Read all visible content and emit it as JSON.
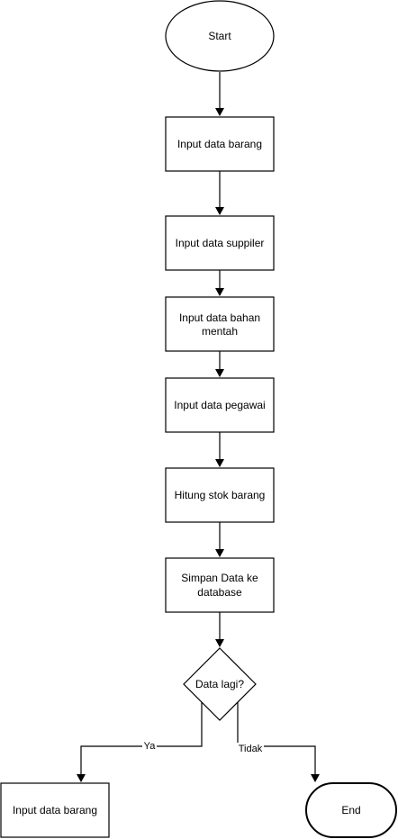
{
  "diagram": {
    "type": "flowchart",
    "colors": {
      "stroke": "#000000",
      "fill": "#ffffff",
      "text": "#000000"
    },
    "nodes": {
      "start": {
        "shape": "ellipse",
        "lines": [
          "Start"
        ]
      },
      "input_barang": {
        "shape": "rectangle",
        "lines": [
          "Input data barang"
        ]
      },
      "input_suppiler": {
        "shape": "rectangle",
        "lines": [
          "Input data suppiler"
        ]
      },
      "input_bahan": {
        "shape": "rectangle",
        "lines": [
          "Input data bahan",
          "mentah"
        ]
      },
      "input_pegawai": {
        "shape": "rectangle",
        "lines": [
          "Input data pegawai"
        ]
      },
      "hitung_stok": {
        "shape": "rectangle",
        "lines": [
          "Hitung stok barang"
        ]
      },
      "simpan_data": {
        "shape": "rectangle",
        "lines": [
          "Simpan Data ke",
          "database"
        ]
      },
      "decision": {
        "shape": "diamond",
        "lines": [
          "Data lagi?"
        ]
      },
      "input_barang_2": {
        "shape": "rectangle",
        "lines": [
          "Input data barang"
        ]
      },
      "end": {
        "shape": "rounded-terminator",
        "lines": [
          "End"
        ]
      }
    },
    "edges": [
      {
        "from": "start",
        "to": "input_barang"
      },
      {
        "from": "input_barang",
        "to": "input_suppiler"
      },
      {
        "from": "input_suppiler",
        "to": "input_bahan"
      },
      {
        "from": "input_bahan",
        "to": "input_pegawai"
      },
      {
        "from": "input_pegawai",
        "to": "hitung_stok"
      },
      {
        "from": "hitung_stok",
        "to": "simpan_data"
      },
      {
        "from": "simpan_data",
        "to": "decision"
      },
      {
        "from": "decision",
        "to": "input_barang_2",
        "label": "Ya"
      },
      {
        "from": "decision",
        "to": "end",
        "label": "Tidak"
      }
    ]
  }
}
